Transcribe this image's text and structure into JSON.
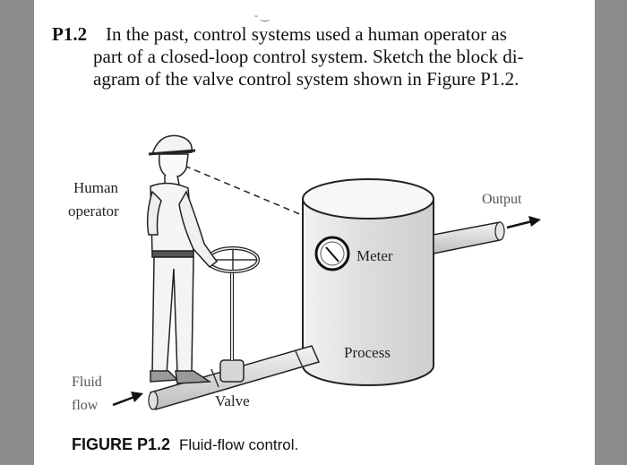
{
  "problem": {
    "number": "P1.2",
    "lines": [
      "In the past, control systems used a human operator as",
      "part of a closed-loop control system. Sketch the block di-",
      "agram of the valve control system shown in Figure P1.2."
    ]
  },
  "figure": {
    "labels": {
      "human": "Human",
      "operator": "operator",
      "output": "Output",
      "meter": "Meter",
      "process": "Process",
      "fluid": "Fluid",
      "flow": "flow",
      "valve": "Valve"
    },
    "caption_number": "FIGURE P1.2",
    "caption_text": "Fluid-flow control."
  },
  "colors": {
    "frame": "#8c8c8c",
    "paper": "#ffffff",
    "ink": "#111111"
  }
}
